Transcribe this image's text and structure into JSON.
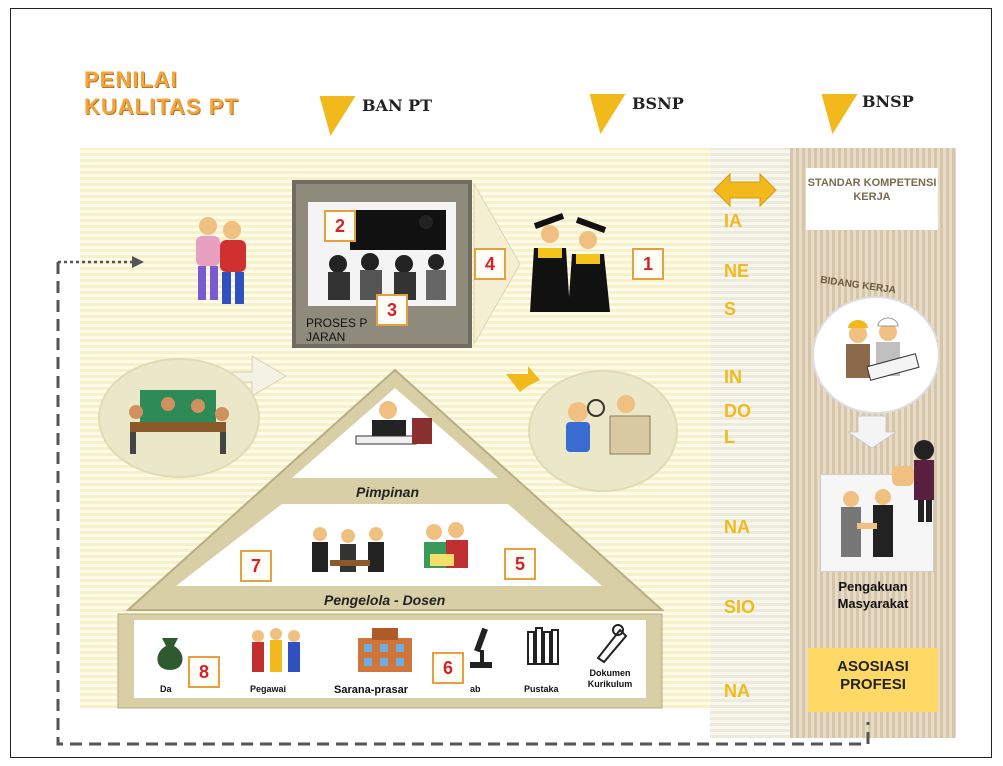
{
  "title": {
    "line1": "PENILAI",
    "line2": "KUALITAS PT"
  },
  "orgs": {
    "ban": "BAN PT",
    "bsnp": "BSNP",
    "bnsp": "BNSP"
  },
  "numbers": [
    "1",
    "2",
    "3",
    "4",
    "5",
    "6",
    "7",
    "8"
  ],
  "proses_label": {
    "line1": "PROSES P",
    "line2": "JARAN"
  },
  "pyramid": {
    "top": "Pimpinan",
    "middle": "Pengelola - Dosen"
  },
  "resources": [
    "Da",
    "Pegawai",
    "Sarana-prasar",
    "ab",
    "Pustaka",
    "Dokumen Kurikulum"
  ],
  "vertical_text": [
    "IA",
    "NE",
    "S",
    "IN",
    "DO",
    "L",
    "NA",
    "SIO",
    "NA"
  ],
  "right": {
    "standar": "STANDAR KOMPETENSI KERJA",
    "bidang": "BIDANG KERJA",
    "pengakuan": "Pengakuan Masyarakat",
    "asosiasi": "ASOSIASI PROFESI"
  },
  "colors": {
    "accent": "#f2b91c",
    "title": "#f1a53a",
    "number": "#d2232a"
  }
}
